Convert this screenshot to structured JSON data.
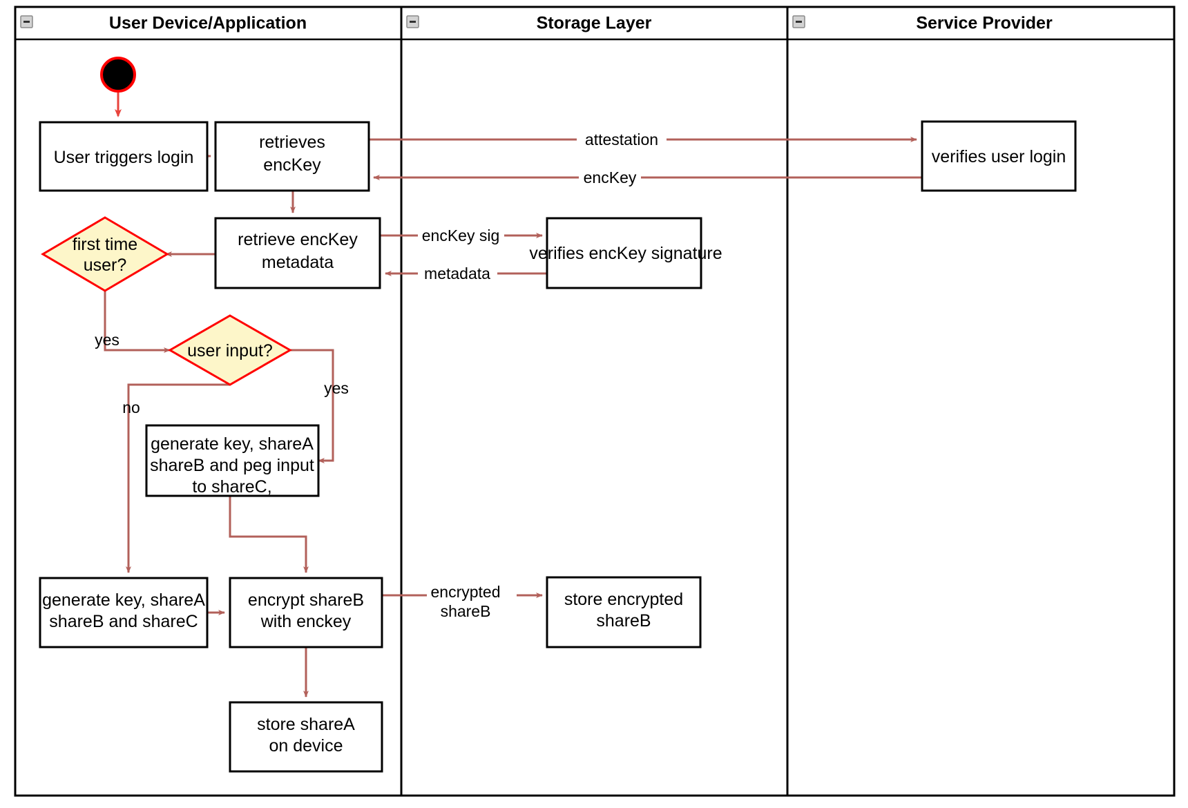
{
  "diagram": {
    "type": "uml-activity-swimlane",
    "title": "Login / key-share provisioning activity diagram",
    "lanes": [
      {
        "id": "user-device",
        "label": "User Device/Application",
        "collapse_icon": "minus-square-icon"
      },
      {
        "id": "storage-layer",
        "label": "Storage Layer",
        "collapse_icon": "minus-square-icon"
      },
      {
        "id": "service-provider",
        "label": "Service Provider",
        "collapse_icon": "minus-square-icon"
      }
    ],
    "nodes": [
      {
        "id": "start",
        "kind": "initial-node",
        "lane": "user-device",
        "label": ""
      },
      {
        "id": "user-triggers-login",
        "kind": "action",
        "lane": "user-device",
        "lines": [
          "User triggers login"
        ]
      },
      {
        "id": "retrieves-enckey",
        "kind": "action",
        "lane": "user-device",
        "lines": [
          "retrieves",
          "encKey"
        ]
      },
      {
        "id": "retrieve-enckey-metadata",
        "kind": "action",
        "lane": "user-device",
        "lines": [
          "retrieve encKey",
          "metadata"
        ]
      },
      {
        "id": "first-time-user",
        "kind": "decision",
        "lane": "user-device",
        "lines": [
          "first time",
          "user?"
        ]
      },
      {
        "id": "user-input",
        "kind": "decision",
        "lane": "user-device",
        "lines": [
          "user input?"
        ]
      },
      {
        "id": "generate-key-peg",
        "kind": "action",
        "lane": "user-device",
        "lines": [
          "generate key, shareA",
          "shareB and peg input",
          "to shareC,"
        ]
      },
      {
        "id": "generate-key-shares",
        "kind": "action",
        "lane": "user-device",
        "lines": [
          "generate key, shareA",
          "shareB and shareC"
        ]
      },
      {
        "id": "encrypt-shareb",
        "kind": "action",
        "lane": "user-device",
        "lines": [
          "encrypt shareB",
          "with enckey"
        ]
      },
      {
        "id": "store-sharea",
        "kind": "action",
        "lane": "user-device",
        "lines": [
          "store shareA",
          "on device"
        ]
      },
      {
        "id": "verifies-enckey-signature",
        "kind": "action",
        "lane": "storage-layer",
        "lines": [
          "verifies encKey signature"
        ]
      },
      {
        "id": "store-encrypted-shareb",
        "kind": "action",
        "lane": "storage-layer",
        "lines": [
          "store encrypted",
          "shareB"
        ]
      },
      {
        "id": "verifies-user-login",
        "kind": "action",
        "lane": "service-provider",
        "lines": [
          "verifies user login"
        ]
      }
    ],
    "edges": [
      {
        "id": "e-start-login",
        "from": "start",
        "to": "user-triggers-login",
        "label": ""
      },
      {
        "id": "e-login-retrieves",
        "from": "user-triggers-login",
        "to": "retrieves-enckey",
        "label": ""
      },
      {
        "id": "e-attestation",
        "from": "retrieves-enckey",
        "to": "verifies-user-login",
        "label": "attestation"
      },
      {
        "id": "e-enckey-back",
        "from": "verifies-user-login",
        "to": "retrieves-enckey",
        "label": "encKey"
      },
      {
        "id": "e-retrieves-metadata",
        "from": "retrieves-enckey",
        "to": "retrieve-enckey-metadata",
        "label": ""
      },
      {
        "id": "e-enckey-sig",
        "from": "retrieve-enckey-metadata",
        "to": "verifies-enckey-signature",
        "label": "encKey sig"
      },
      {
        "id": "e-metadata-back",
        "from": "verifies-enckey-signature",
        "to": "retrieve-enckey-metadata",
        "label": "metadata"
      },
      {
        "id": "e-metadata-firsttime",
        "from": "retrieve-enckey-metadata",
        "to": "first-time-user",
        "label": ""
      },
      {
        "id": "e-firsttime-yes",
        "from": "first-time-user",
        "to": "user-input",
        "label": "yes"
      },
      {
        "id": "e-userinput-no",
        "from": "user-input",
        "to": "generate-key-shares",
        "label": "no"
      },
      {
        "id": "e-userinput-yes",
        "from": "user-input",
        "to": "generate-key-peg",
        "label": "yes"
      },
      {
        "id": "e-peg-encrypt",
        "from": "generate-key-peg",
        "to": "encrypt-shareb",
        "label": ""
      },
      {
        "id": "e-shares-encrypt",
        "from": "generate-key-shares",
        "to": "encrypt-shareb",
        "label": ""
      },
      {
        "id": "e-encrypted-shareb",
        "from": "encrypt-shareb",
        "to": "store-encrypted-shareb",
        "labelLines": [
          "encrypted",
          "shareB"
        ]
      },
      {
        "id": "e-encrypt-store-sharea",
        "from": "encrypt-shareb",
        "to": "store-sharea",
        "label": ""
      }
    ],
    "labels": {
      "lane_user_device": "User Device/Application",
      "lane_storage_layer": "Storage Layer",
      "lane_service_provider": "Service Provider",
      "n_user_triggers_login": "User triggers login",
      "n_retrieves_1": "retrieves",
      "n_retrieves_2": "encKey",
      "n_retrieve_meta_1": "retrieve encKey",
      "n_retrieve_meta_2": "metadata",
      "n_first_time_1": "first time",
      "n_first_time_2": "user?",
      "n_user_input": "user input?",
      "n_gen_peg_1": "generate key, shareA",
      "n_gen_peg_2": "shareB and peg input",
      "n_gen_peg_3": "to shareC,",
      "n_gen_shares_1": "generate key, shareA",
      "n_gen_shares_2": "shareB and shareC",
      "n_encrypt_1": "encrypt shareB",
      "n_encrypt_2": "with enckey",
      "n_store_sharea_1": "store shareA",
      "n_store_sharea_2": "on device",
      "n_verifies_sig": "verifies encKey signature",
      "n_store_enc_shareb_1": "store encrypted",
      "n_store_enc_shareb_2": "shareB",
      "n_verifies_user_login": "verifies user login",
      "e_attestation": "attestation",
      "e_enckey": "encKey",
      "e_enckey_sig": "encKey sig",
      "e_metadata": "metadata",
      "e_yes_1": "yes",
      "e_yes_2": "yes",
      "e_no": "no",
      "e_encrypted_1": "encrypted",
      "e_encrypted_2": "shareB"
    },
    "colors": {
      "flow": "#b2605a",
      "decision_fill": "#fdf6c9",
      "decision_stroke": "#ff0000",
      "node_stroke": "#000000",
      "start_fill": "#000000",
      "start_stroke": "#ff0000",
      "background": "#ffffff"
    }
  }
}
